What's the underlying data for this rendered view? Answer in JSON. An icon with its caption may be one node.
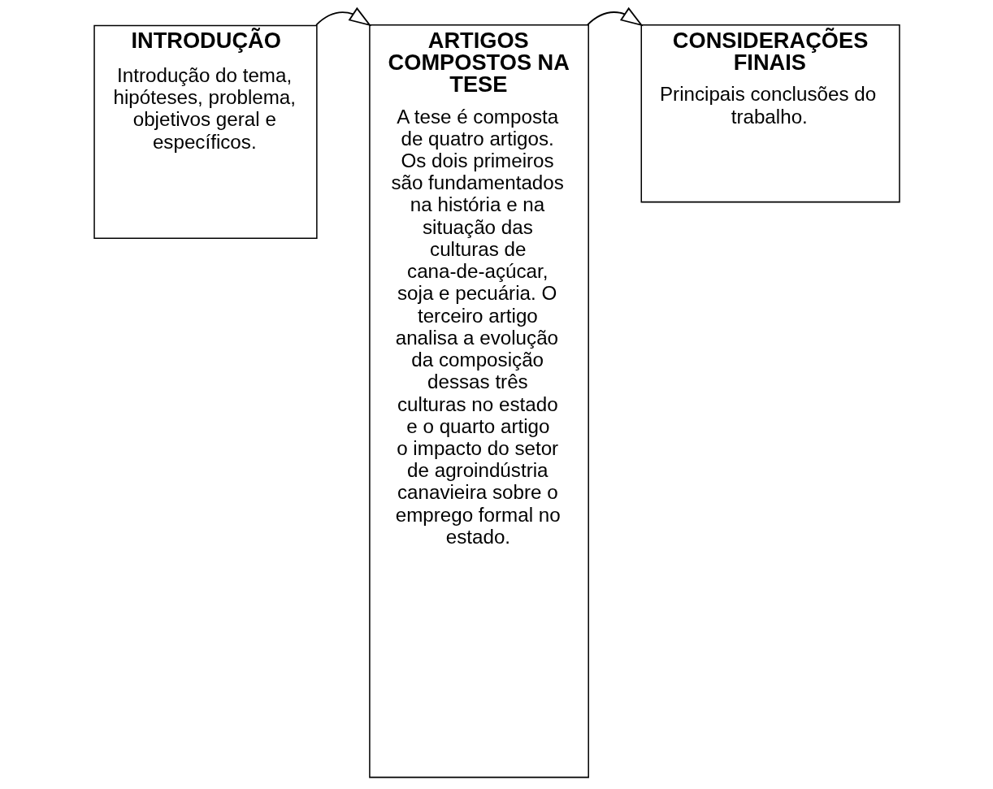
{
  "diagram": {
    "nodes": [
      {
        "text": [
          "INTRODUÇÃO",
          "Introdução do tema, hipóteses, problema, objetivos geral e específicos."
        ]
      },
      {
        "text": [
          "ARTIGOS COMPOSTOS NA TESE",
          "A tese é composta de quatro artigos. Os dois primeiros são fundamentados na história e na situação das culturas de cana-de-açúcar, soja e pecuária. O terceiro artigo analisa a evolução da composição dessas três culturas no estado e o quarto artigo o impacto do setor de agroindústria canavieira sobre o emprego formal no estado."
        ]
      },
      {
        "text": [
          "CONSIDERAÇÕES FINAIS",
          "Principais conclusões do trabalho."
        ]
      }
    ],
    "edges": [
      {
        "from": 0,
        "to": 1,
        "arrow": "to"
      },
      {
        "from": 1,
        "to": 2,
        "arrow": "to"
      }
    ]
  }
}
